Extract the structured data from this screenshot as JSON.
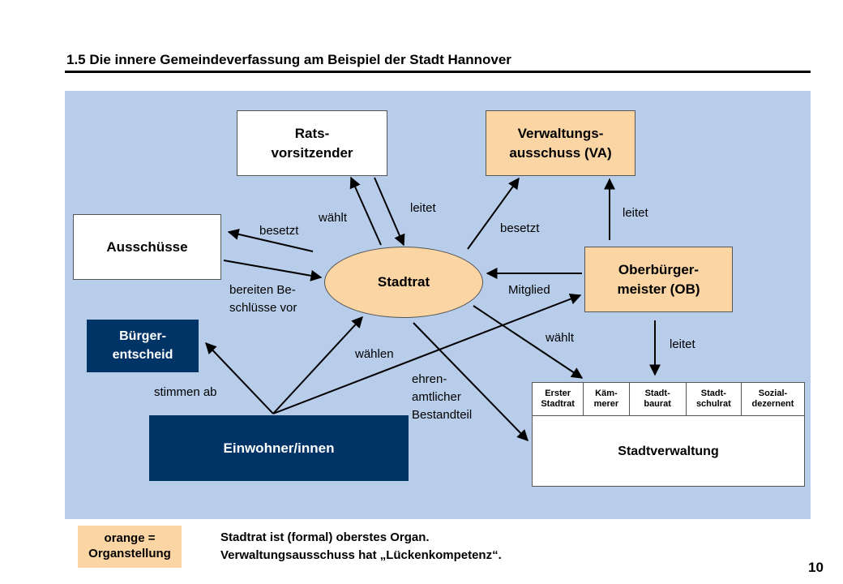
{
  "page": {
    "title": "1.5 Die innere Gemeindeverfassung am Beispiel der Stadt Hannover",
    "page_number": "10"
  },
  "diagram": {
    "colors": {
      "panel": "#b8cdea",
      "orange": "#fcd5a5",
      "navy": "#003366"
    },
    "nodes": {
      "ratsvorsitzender": "Rats-\nvorsitzender",
      "verwaltungsausschuss": "Verwaltungs-\nausschuss (VA)",
      "ausschuesse": "Ausschüsse",
      "stadtrat": "Stadtrat",
      "oberbuergermeister": "Oberbürger-\nmeister (OB)",
      "buergerentscheid": "Bürger-\nentscheid",
      "einwohner": "Einwohner/innen",
      "stadtverwaltung": {
        "title": "Stadtverwaltung",
        "departments": [
          "Erster\nStadtrat",
          "Käm-\nmerer",
          "Stadt-\nbaurat",
          "Stadt-\nschulrat",
          "Sozial-\ndezernent"
        ]
      }
    },
    "edge_labels": {
      "waehlt_rv": "wählt",
      "leitet_rv": "leitet",
      "besetzt_va": "besetzt",
      "leitet_va": "leitet",
      "besetzt_aus": "besetzt",
      "bereiten": "bereiten Be-\nschlüsse vor",
      "mitglied": "Mitglied",
      "waehlt_sv": "wählt",
      "leitet_sv": "leitet",
      "waehlen": "wählen",
      "stimmen_ab": "stimmen ab",
      "ehrenamtlich": "ehren-\namtlicher\nBestandteil"
    }
  },
  "legend": {
    "label": "orange =\nOrganstellung"
  },
  "note": {
    "line1": "Stadtrat ist (formal) oberstes Organ.",
    "line2": "Verwaltungsausschuss hat „Lückenkompetenz“."
  }
}
